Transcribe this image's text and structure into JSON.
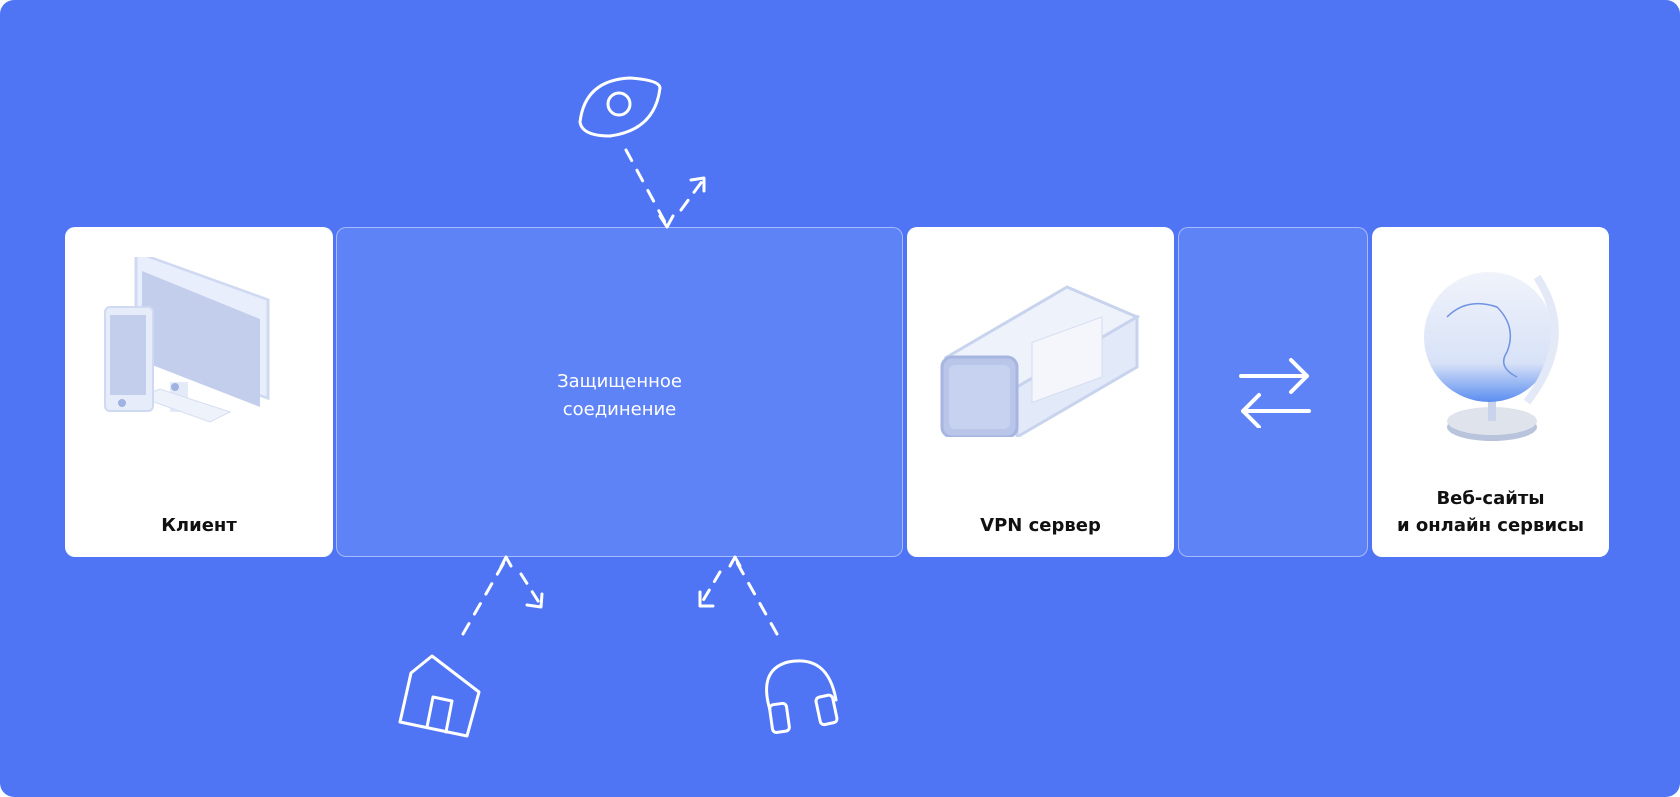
{
  "colors": {
    "background": "#4f75f5",
    "glass_card": "#5e83f6",
    "card": "#ffffff",
    "icon_stroke": "#ffffff"
  },
  "cards": {
    "client": {
      "label": "Клиент",
      "icon": "computer-and-phone-illustration"
    },
    "tunnel": {
      "label_line1": "Защищенное",
      "label_line2": "соединение"
    },
    "vpn": {
      "label": "VPN сервер",
      "icon": "server-illustration"
    },
    "exchange": {
      "icon": "exchange-arrows-icon"
    },
    "web": {
      "label_line1": "Веб-сайты",
      "label_line2": "и онлайн сервисы",
      "icon": "globe-illustration"
    }
  },
  "threats": [
    {
      "icon": "eye-icon"
    },
    {
      "icon": "home-icon"
    },
    {
      "icon": "headphones-icon"
    }
  ]
}
